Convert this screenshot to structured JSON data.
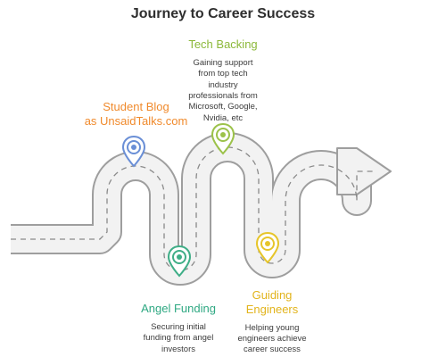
{
  "title": "Journey to Career Success",
  "milestones": [
    {
      "id": "student-blog",
      "heading_lines": [
        "Student Blog",
        "as UnsaidTalks.com"
      ],
      "description_lines": [],
      "color": "#f08a2c",
      "pin_color": "#6a8fd6"
    },
    {
      "id": "angel-funding",
      "heading_lines": [
        "Angel Funding"
      ],
      "description_lines": [
        "Securing initial",
        "funding from angel",
        "investors"
      ],
      "color": "#2ea882",
      "pin_color": "#3fae87"
    },
    {
      "id": "tech-backing",
      "heading_lines": [
        "Tech Backing"
      ],
      "description_lines": [
        "Gaining support",
        "from top tech",
        "industry",
        "professionals from",
        "Microsoft, Google,",
        "Nvidia, etc"
      ],
      "color": "#8cb83a",
      "pin_color": "#9cc24a"
    },
    {
      "id": "guiding-engineers",
      "heading_lines": [
        "Guiding",
        "Engineers"
      ],
      "description_lines": [
        "Helping young",
        "engineers achieve",
        "career success"
      ],
      "color": "#e2b41c",
      "pin_color": "#e6c52a"
    }
  ]
}
